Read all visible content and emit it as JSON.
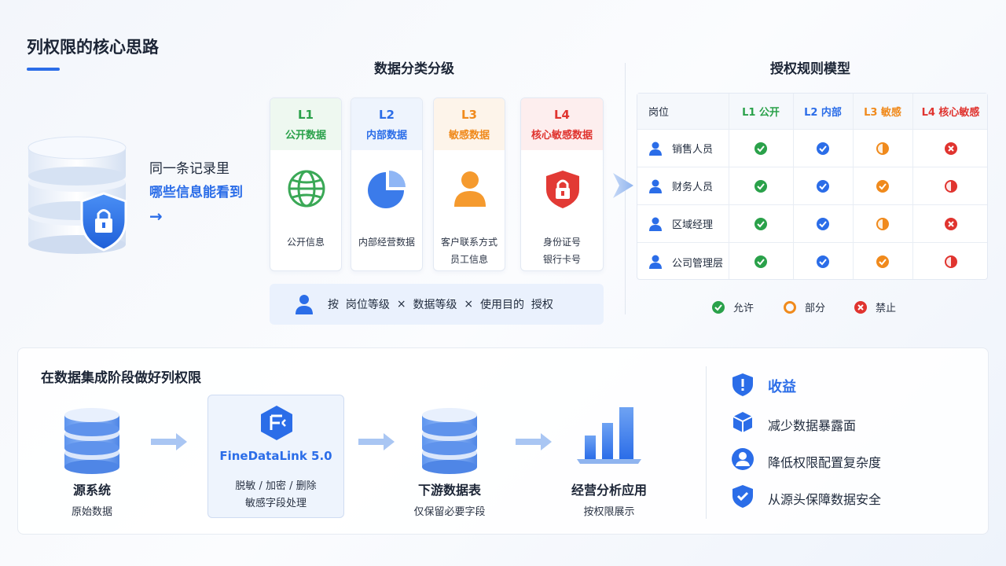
{
  "title": "列权限的核心思路",
  "hero": {
    "line1": "同一条记录里",
    "line2": "哪些信息能看到",
    "arrow": "→"
  },
  "classification": {
    "title": "数据分类分级",
    "levels": [
      {
        "code": "L1",
        "name": "公开数据",
        "desc1": "公开信息",
        "desc2": "",
        "color": "#2aa14a",
        "head_bg": "#eef8f0",
        "icon": "globe-icon"
      },
      {
        "code": "L2",
        "name": "内部数据",
        "desc1": "内部经营数据",
        "desc2": "",
        "color": "#2b6de8",
        "head_bg": "#eef4fd",
        "icon": "pie-chart-icon"
      },
      {
        "code": "L3",
        "name": "敏感数据",
        "desc1": "客户联系方式",
        "desc2": "员工信息",
        "color": "#f08a1c",
        "head_bg": "#fdf4ea",
        "icon": "person-icon"
      },
      {
        "code": "L4",
        "name": "核心敏感数据",
        "desc1": "身份证号",
        "desc2": "银行卡号",
        "color": "#e0342f",
        "head_bg": "#fdeeee",
        "icon": "lock-shield-icon"
      }
    ],
    "auth_parts": [
      "按",
      "岗位等级",
      "×",
      "数据等级",
      "×",
      "使用目的",
      "授权"
    ]
  },
  "rules": {
    "title": "授权规则模型",
    "headers": [
      "岗位",
      "L1 公开",
      "L2 内部",
      "L3 敏感",
      "L4 核心敏感"
    ],
    "header_colors": [
      "#1f2a3c",
      "#2aa14a",
      "#2b6de8",
      "#f08a1c",
      "#e0342f"
    ],
    "rows": [
      {
        "role": "销售人员",
        "cells": [
          "allow-green",
          "allow-blue",
          "partial",
          "deny"
        ]
      },
      {
        "role": "财务人员",
        "cells": [
          "allow-green",
          "allow-blue",
          "allow-orange",
          "partial-red"
        ]
      },
      {
        "role": "区域经理",
        "cells": [
          "allow-green",
          "allow-blue",
          "partial",
          "deny"
        ]
      },
      {
        "role": "公司管理层",
        "cells": [
          "allow-green",
          "allow-blue",
          "allow-orange",
          "partial-red"
        ]
      }
    ],
    "legend": [
      {
        "label": "允许",
        "kind": "allow-green"
      },
      {
        "label": "部分",
        "kind": "partial-ring"
      },
      {
        "label": "禁止",
        "kind": "deny"
      }
    ]
  },
  "integration": {
    "title": "在数据集成阶段做好列权限",
    "source": {
      "title": "源系统",
      "sub": "原始数据"
    },
    "tool": {
      "name": "FineDataLink 5.0",
      "desc1": "脱敏 / 加密 / 删除",
      "desc2": "敏感字段处理"
    },
    "downstream": {
      "title": "下游数据表",
      "sub": "仅保留必要字段"
    },
    "app": {
      "title": "经营分析应用",
      "sub": "按权限展示"
    }
  },
  "benefits": {
    "title": "收益",
    "items": [
      "减少数据暴露面",
      "降低权限配置复杂度",
      "从源头保障数据安全"
    ]
  },
  "colors": {
    "primary": "#2b6de8",
    "green": "#2aa14a",
    "orange": "#f08a1c",
    "red": "#e0342f"
  }
}
